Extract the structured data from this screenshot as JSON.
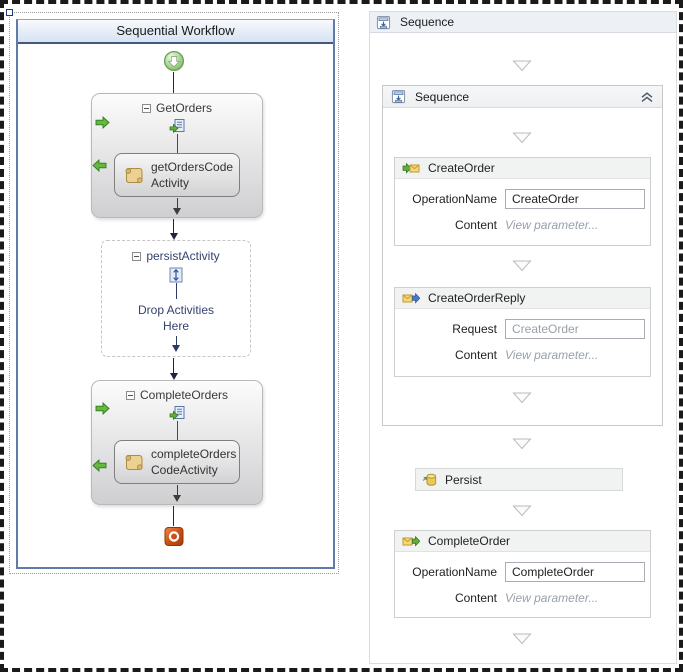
{
  "left": {
    "title": "Sequential Workflow",
    "get_orders": {
      "label": "GetOrders",
      "child_label": "getOrdersCodeActivity"
    },
    "persist_activity": {
      "label": "persistActivity",
      "drop_hint_line1": "Drop Activities",
      "drop_hint_line2": "Here"
    },
    "complete_orders": {
      "label": "CompleteOrders",
      "child_label": "completeOrdersCodeActivity"
    }
  },
  "right": {
    "outer_sequence_label": "Sequence",
    "inner_sequence_label": "Sequence",
    "create_order": {
      "title": "CreateOrder",
      "row1_label": "OperationName",
      "row1_value": "CreateOrder",
      "row2_label": "Content",
      "row2_value": "View parameter..."
    },
    "create_order_reply": {
      "title": "CreateOrderReply",
      "row1_label": "Request",
      "row1_value": "CreateOrder",
      "row2_label": "Content",
      "row2_value": "View parameter..."
    },
    "persist": {
      "title": "Persist"
    },
    "complete_order": {
      "title": "CompleteOrder",
      "row1_label": "OperationName",
      "row1_value": "CompleteOrder",
      "row2_label": "Content",
      "row2_value": "View parameter..."
    }
  },
  "icons": {
    "start": "green-circle-down-arrow",
    "terminate": "red-square-white-ring",
    "receive_activity": "document-with-green-arrow",
    "code_activity": "scroll",
    "persist_activity": "box-with-up-down-arrow",
    "sequence": "window-with-down-arrow",
    "receive": "green-arrow-into-envelope",
    "send_reply": "envelope-with-blue-arrow",
    "receive_second": "envelope-with-green-arrow",
    "persist": "database-cylinder",
    "collapse": "double-chevron-up",
    "collapse_toggle": "minus-box",
    "drop_target": "hollow-triangle-down"
  },
  "colors": {
    "designer_border_blue": "#5f7ca8",
    "title_bar_border": "#45597d",
    "green_arrow": "#66b83f",
    "persist_text_navy": "#35426e",
    "terminate_red": "#c44a12",
    "watermark_gray": "#98a0a8"
  }
}
